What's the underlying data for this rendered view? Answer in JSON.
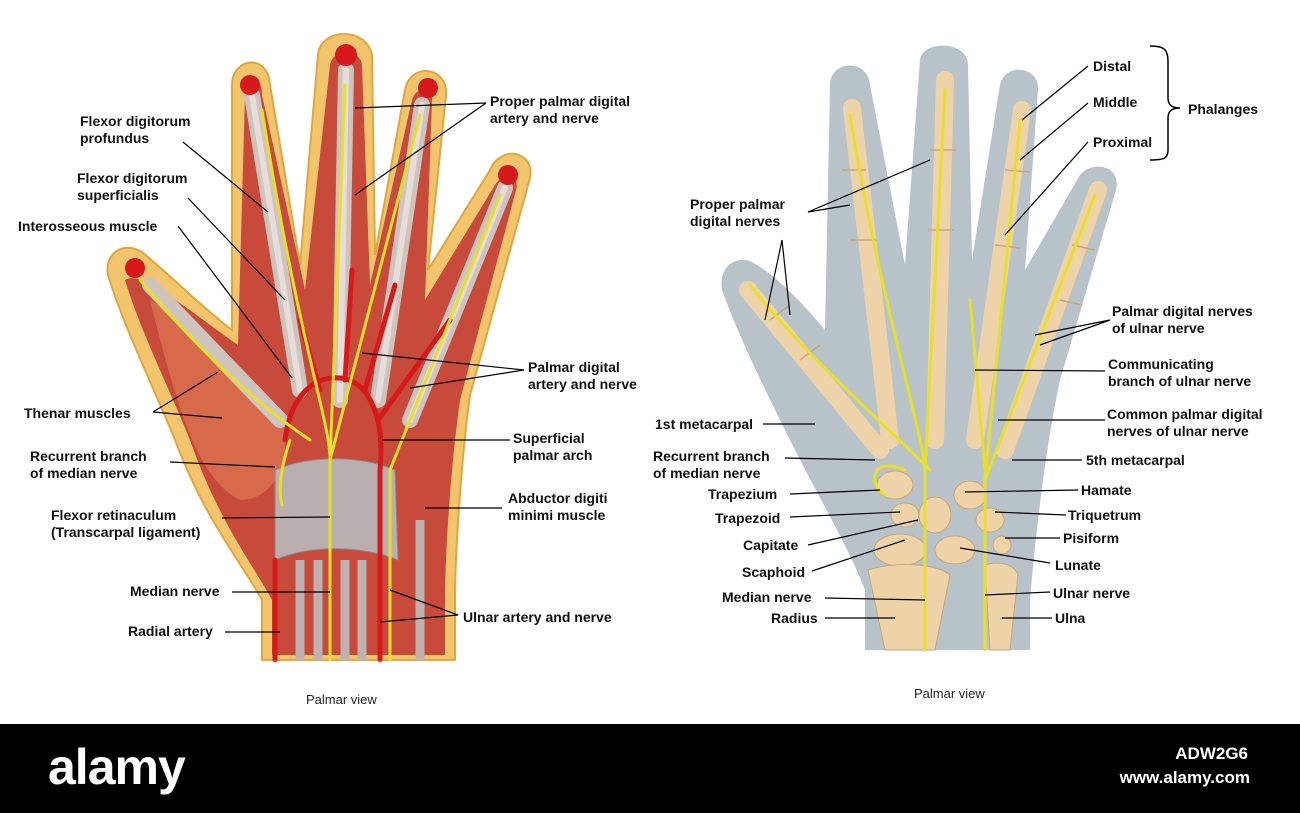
{
  "left_panel": {
    "caption": "Palmar view",
    "labels": {
      "fdp_1": "Flexor digitorum",
      "fdp_2": "profundus",
      "fds_1": "Flexor digitorum",
      "fds_2": "superficialis",
      "interosseous": "Interosseous muscle",
      "proper_1": "Proper palmar digital",
      "proper_2": "artery and nerve",
      "thenar": "Thenar muscles",
      "palmar_1": "Palmar digital",
      "palmar_2": "artery and nerve",
      "recurrent_1": "Recurrent branch",
      "recurrent_2": "of median nerve",
      "superficial_1": "Superficial",
      "superficial_2": "palmar arch",
      "retinaculum_1": "Flexor retinaculum",
      "retinaculum_2": "(Transcarpal ligament)",
      "abductor_1": "Abductor digiti",
      "abductor_2": "minimi muscle",
      "median_nerve": "Median nerve",
      "radial_artery": "Radial artery",
      "ulnar_artery_nerve": "Ulnar artery and nerve"
    }
  },
  "right_panel": {
    "caption": "Palmar view",
    "labels": {
      "distal": "Distal",
      "middle": "Middle",
      "proximal": "Proximal",
      "phalanges": "Phalanges",
      "proper_nerves_1": "Proper palmar",
      "proper_nerves_2": "digital nerves",
      "palmar_ulnar_1": "Palmar digital nerves",
      "palmar_ulnar_2": "of ulnar nerve",
      "communicating_1": "Communicating",
      "communicating_2": "branch of ulnar nerve",
      "common_1": "Common palmar digital",
      "common_2": "nerves of ulnar nerve",
      "first_metacarpal": "1st metacarpal",
      "recurrent_1": "Recurrent branch",
      "recurrent_2": "of median nerve",
      "fifth_metacarpal": "5th metacarpal",
      "trapezium": "Trapezium",
      "hamate": "Hamate",
      "trapezoid": "Trapezoid",
      "triquetrum": "Triquetrum",
      "capitate": "Capitate",
      "pisiform": "Pisiform",
      "scaphoid": "Scaphoid",
      "lunate": "Lunate",
      "median_nerve": "Median nerve",
      "ulnar_nerve": "Ulnar nerve",
      "radius": "Radius",
      "ulna": "Ulna"
    }
  },
  "watermark": {
    "brand": "alamy",
    "image_id": "ADW2G6",
    "url": "www.alamy.com"
  },
  "colors": {
    "skin": "#f2c56c",
    "muscle": "#c84a3a",
    "artery": "#d7191c",
    "nerve": "#e8df2a",
    "tendon": "#cfc3bd",
    "bone": "#efd3a8",
    "silhouette": "#b8c3c9"
  }
}
